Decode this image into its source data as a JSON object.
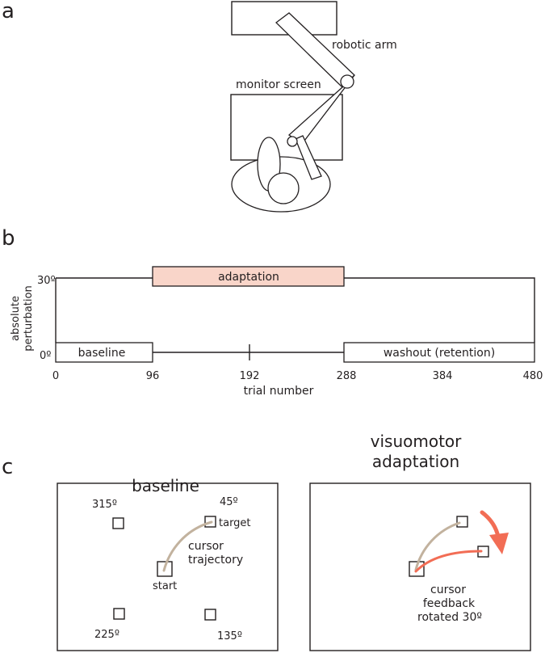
{
  "panel_a": {
    "letter": "a",
    "robotic_arm_label": "robotic arm",
    "monitor_label": "monitor screen"
  },
  "panel_b": {
    "letter": "b",
    "y_axis_label_line1": "absolute",
    "y_axis_label_line2": "perturbation",
    "y_tick_top": "30º",
    "y_tick_bottom": "0º",
    "x_axis_label": "trial number",
    "x_ticks": [
      "0",
      "96",
      "192",
      "288",
      "384",
      "480"
    ],
    "blocks": {
      "baseline": "baseline",
      "adaptation": "adaptation",
      "washout": "washout (retention)"
    },
    "adaptation_fill": "#f9d5c9"
  },
  "panel_c": {
    "letter": "c",
    "left_title": "baseline",
    "right_title_line1": "visuomotor",
    "right_title_line2": "adaptation",
    "angles": {
      "a315": "315º",
      "a45": "45º",
      "a225": "225º",
      "a135": "135º"
    },
    "target_label": "target",
    "start_label": "start",
    "trajectory_line1": "cursor",
    "trajectory_line2": "trajectory",
    "feedback_line1": "cursor",
    "feedback_line2": "feedback",
    "feedback_line3": "rotated 30º",
    "colors": {
      "trajectory": "#c2b29e",
      "trajectory_text": "#a08b78",
      "feedback": "#f26d55",
      "feedback_text": "#ef4b3a"
    }
  }
}
